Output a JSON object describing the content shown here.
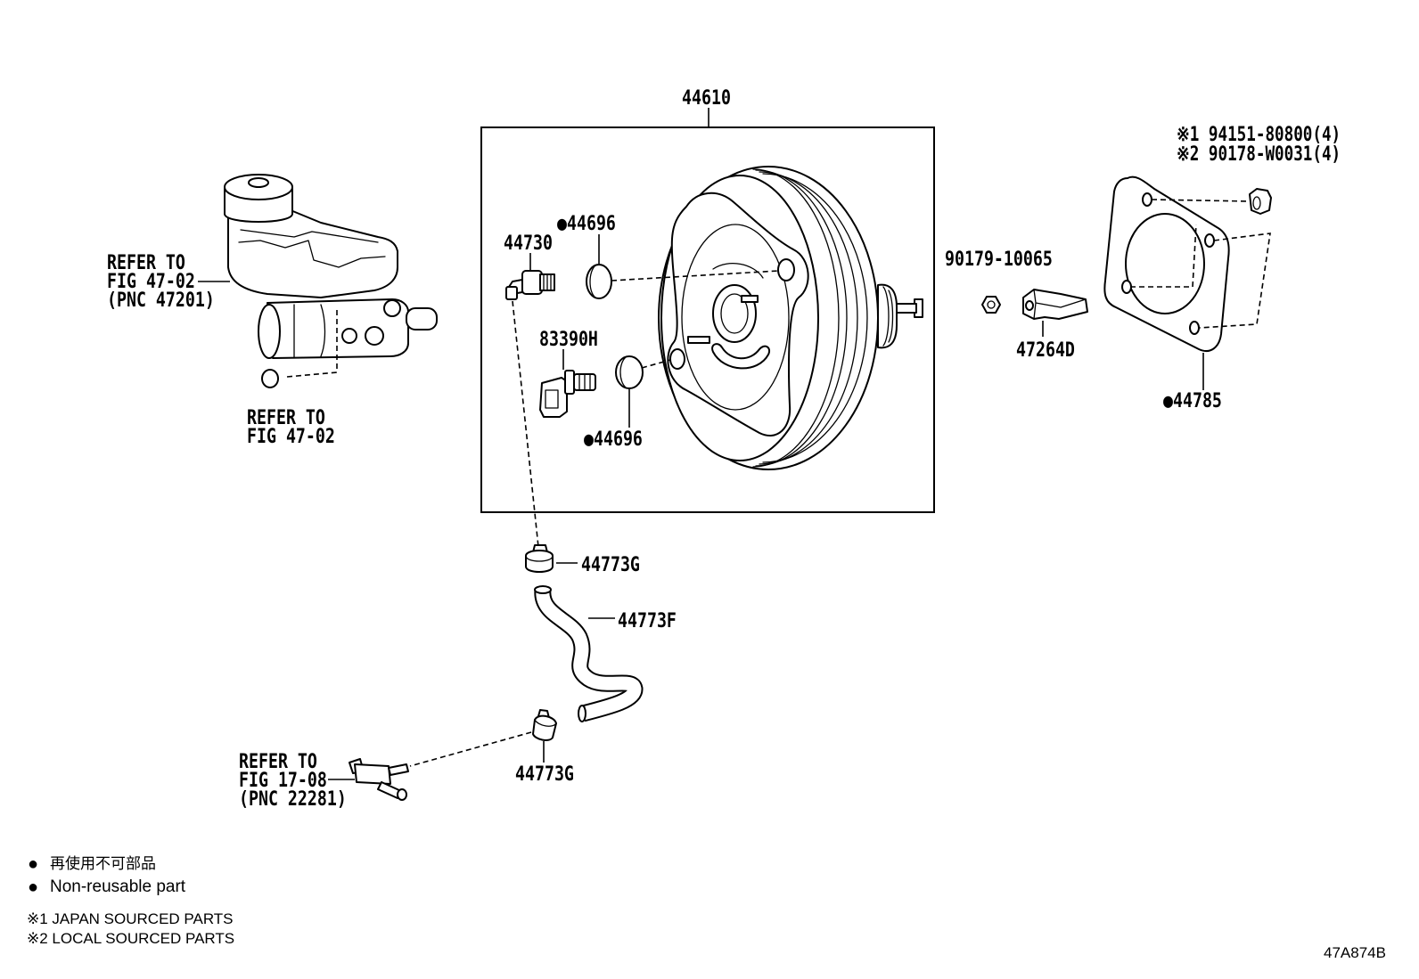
{
  "assembly": {
    "label": "44610"
  },
  "callouts": {
    "master_cylinder_ref": [
      "REFER TO",
      "FIG 47-02",
      "(PNC 47201)"
    ],
    "reservoir_grommet_ref": [
      "REFER TO",
      "FIG 47-02"
    ],
    "grommet_upper": "●44696",
    "check_valve": "44730",
    "sensor": "83390H",
    "grommet_lower": "●44696",
    "nut": "90179-10065",
    "bracket": "47264D",
    "gasket": "●44785",
    "gasket_nut": [
      "※1 94151-80800(4)",
      "※2 90178-W0031(4)"
    ],
    "clamp_upper": "44773G",
    "hose": "44773F",
    "clamp_lower": "44773G",
    "fitting_ref": [
      "REFER TO",
      "FIG 17-08",
      "(PNC 22281)"
    ]
  },
  "legend": {
    "marker": "●",
    "non_reusable_ja": "再使用不可部品",
    "non_reusable_en": "Non-reusable part",
    "japan_sourced": "※1 JAPAN SOURCED PARTS",
    "local_sourced": "※2 LOCAL SOURCED PARTS"
  },
  "figure": {
    "id": "47A874B"
  }
}
